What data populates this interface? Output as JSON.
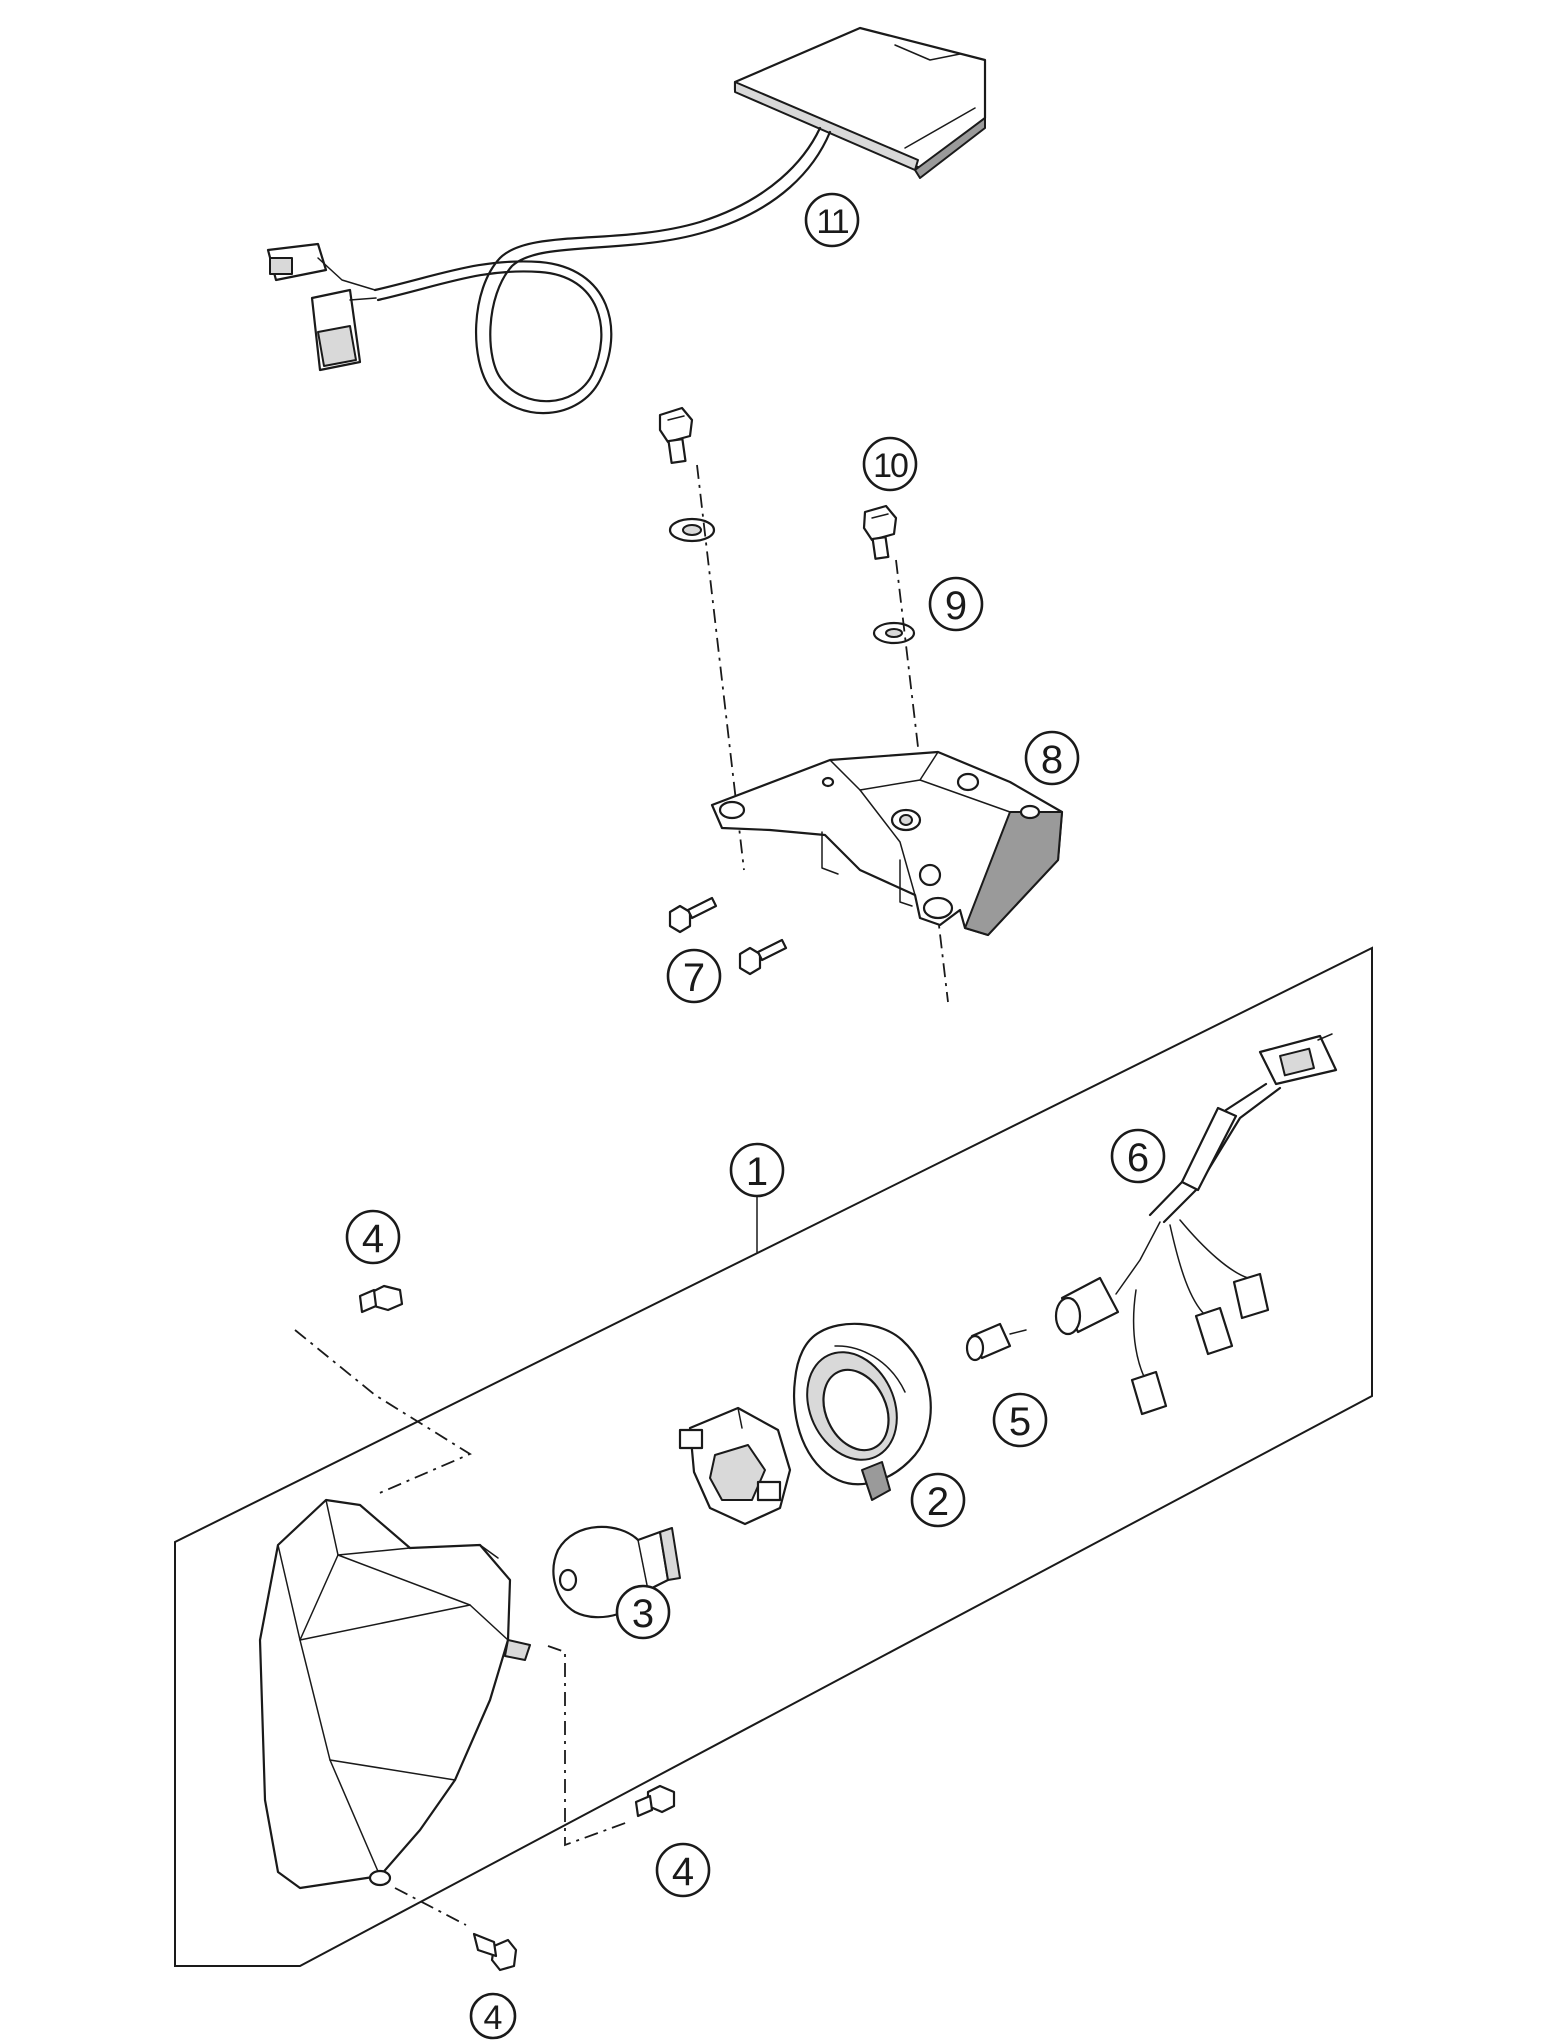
{
  "callouts": {
    "c1": "1",
    "c2": "2",
    "c3": "3",
    "c4a": "4",
    "c4b": "4",
    "c4c": "4",
    "c5": "5",
    "c6": "6",
    "c7": "7",
    "c8": "8",
    "c9": "9",
    "c10": "10",
    "c11": "11"
  }
}
